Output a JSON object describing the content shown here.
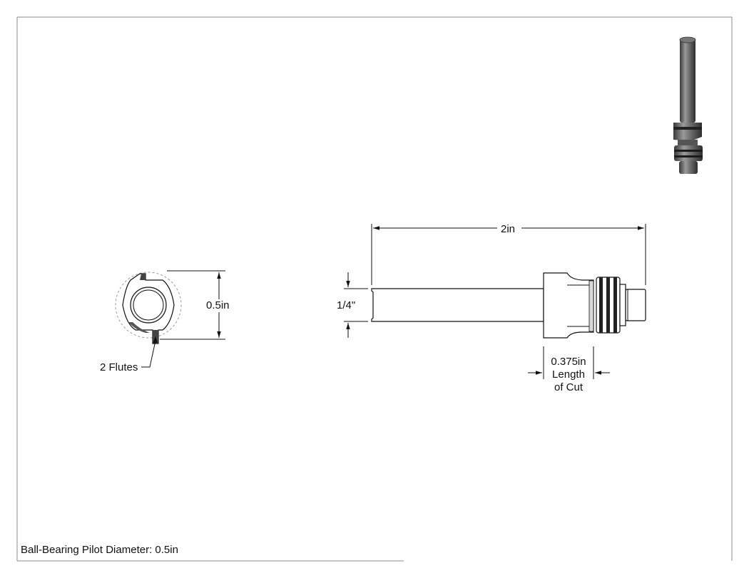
{
  "drawing": {
    "dimensions": {
      "overall_length": "2in",
      "shank_diameter": "1/4\"",
      "cut_diameter": "0.5in",
      "length_of_cut_value": "0.375in",
      "length_of_cut_label_1": "Length",
      "length_of_cut_label_2": "of Cut"
    },
    "callouts": {
      "flutes": "2 Flutes"
    },
    "title_note": "Ball-Bearing Pilot Diameter: 0.5in"
  }
}
